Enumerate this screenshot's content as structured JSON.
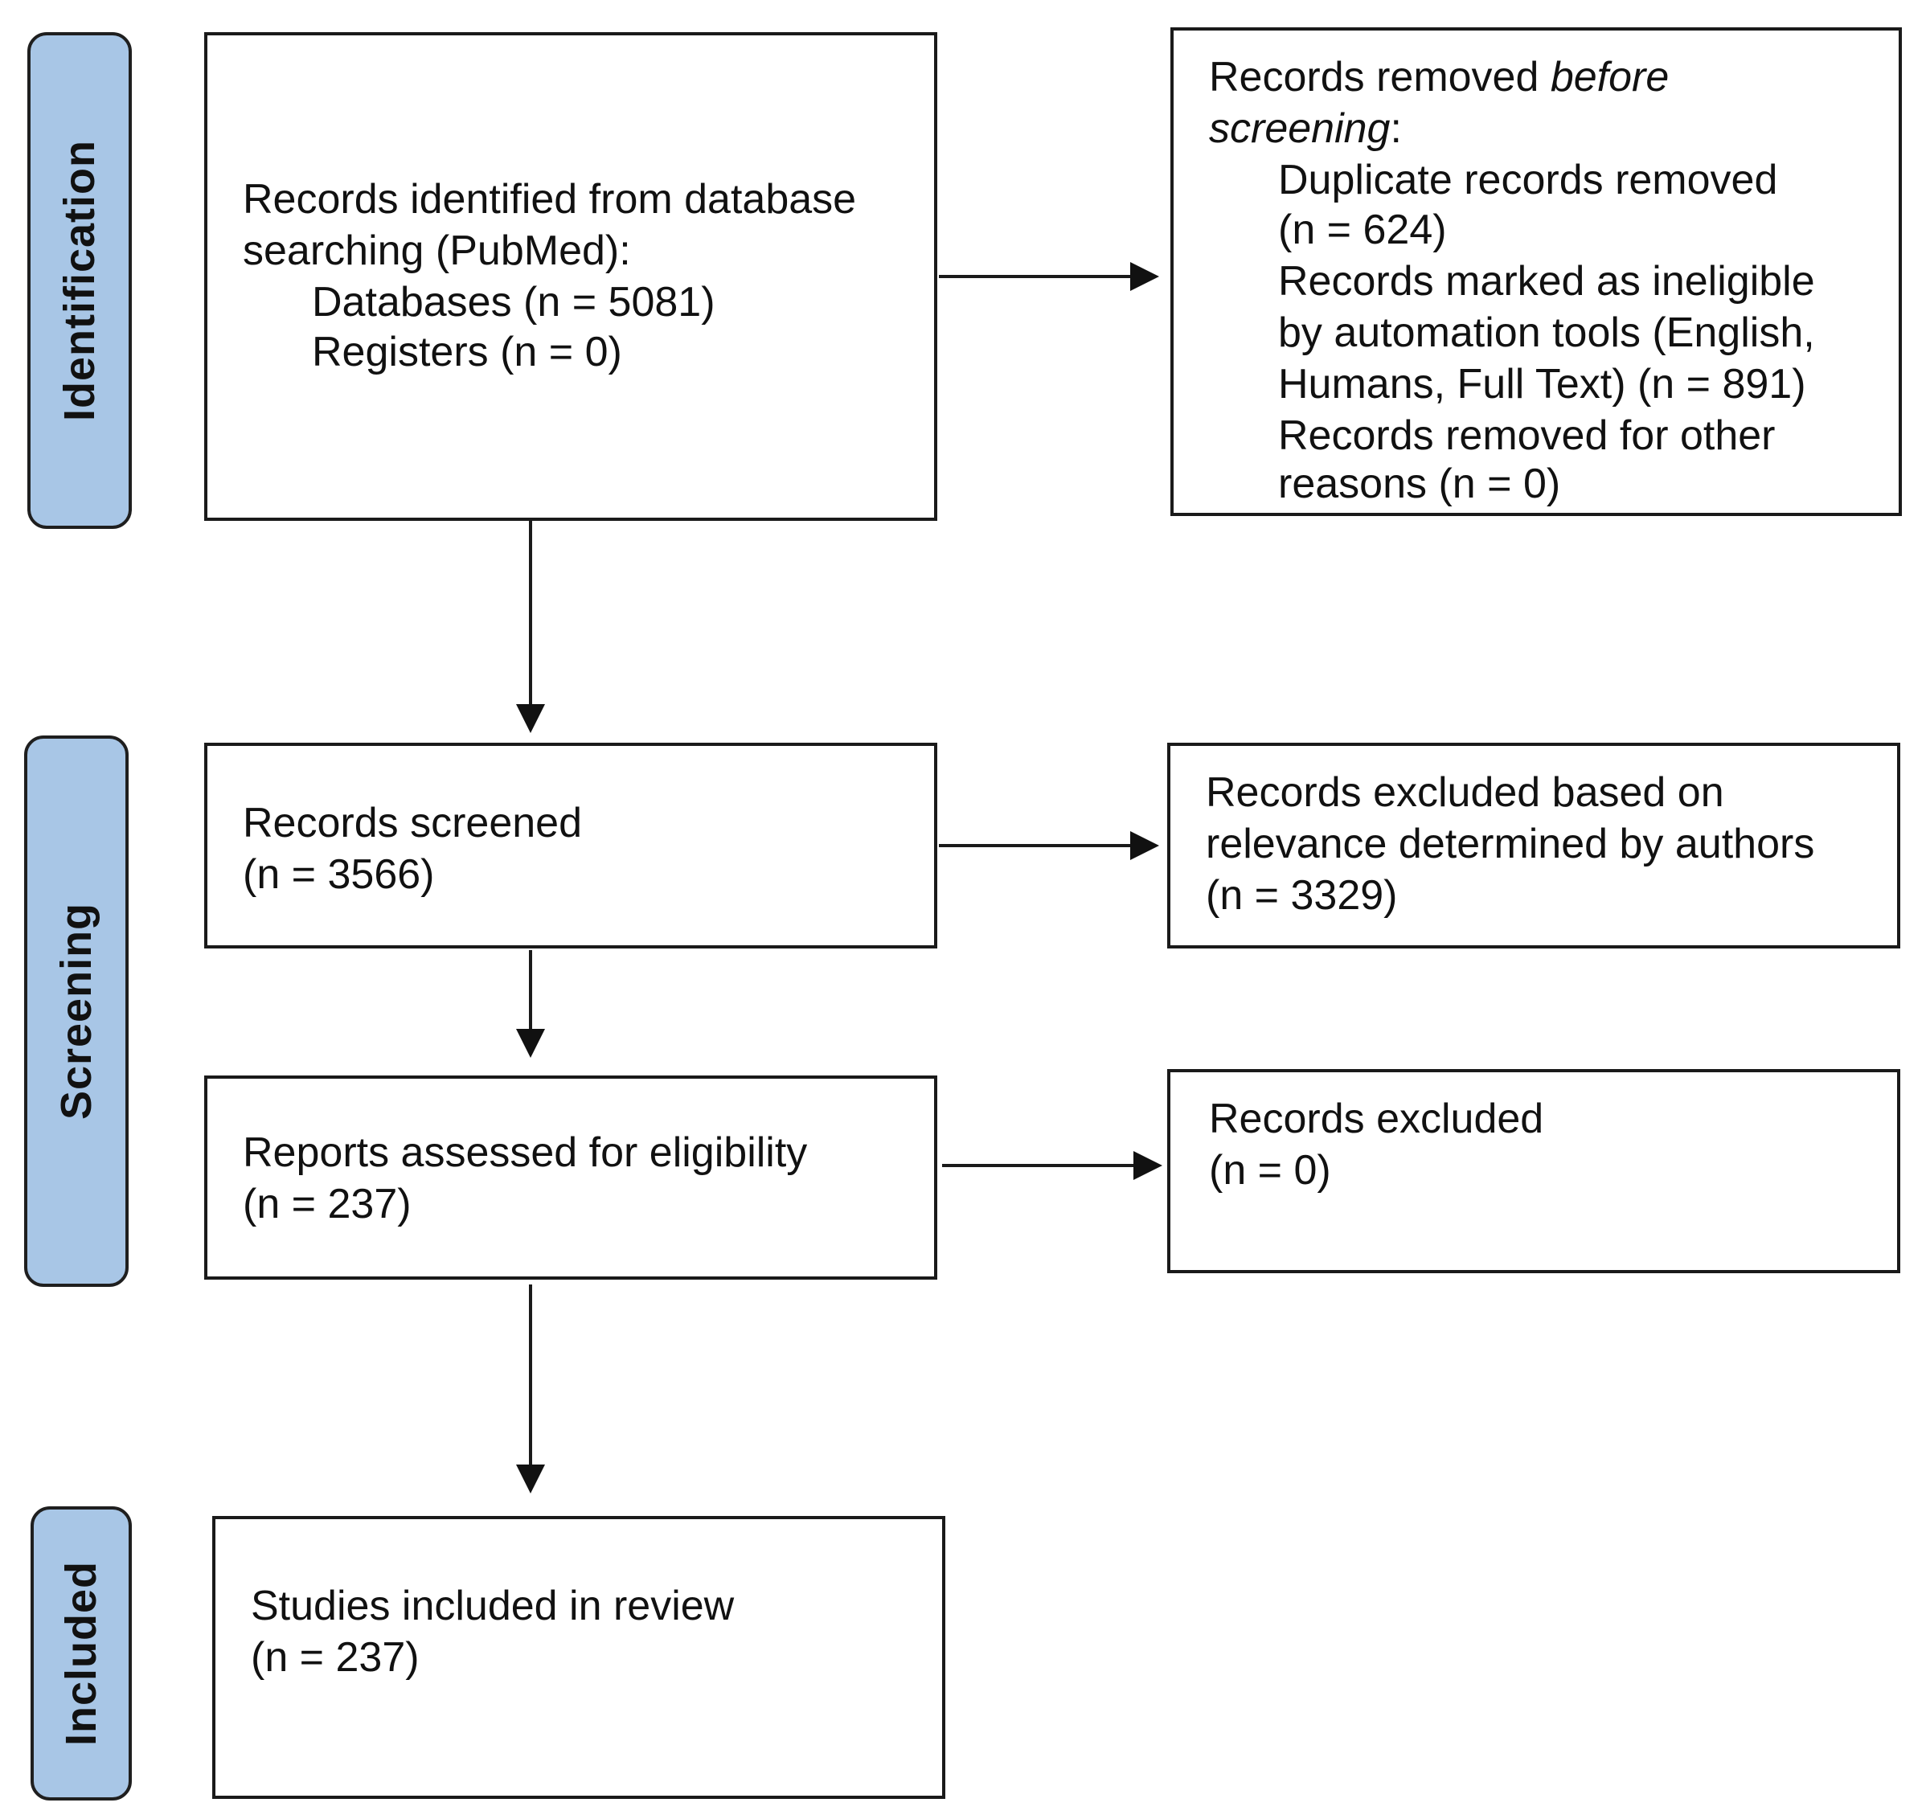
{
  "phases": {
    "identification": "Identification",
    "screening": "Screening",
    "included": "Included"
  },
  "boxes": {
    "identified": {
      "line1": "Records identified from database",
      "line2": "searching (PubMed):",
      "line3": "Databases (n = 5081)",
      "line4": "Registers (n = 0)"
    },
    "removed": {
      "line1_a": "Records removed ",
      "line1_b": "before",
      "line2_a": "screening",
      "line2_b": ":",
      "line3": "Duplicate records removed",
      "line4": "(n = 624)",
      "line5": "Records marked as ineligible",
      "line6": "by automation tools (English,",
      "line7": "Humans, Full Text) (n = 891)",
      "line8": "Records removed for other",
      "line9": "reasons (n = 0)"
    },
    "screened": {
      "line1": "Records screened",
      "line2": "(n = 3566)"
    },
    "excluded_relevance": {
      "line1": "Records excluded based on",
      "line2": "relevance determined by authors",
      "line3": "(n = 3329)"
    },
    "assessed": {
      "line1": "Reports assessed for eligibility",
      "line2": "(n = 237)"
    },
    "excluded": {
      "line1": "Records excluded",
      "line2": "(n = 0)"
    },
    "included": {
      "line1": "Studies included in review",
      "line2": "(n = 237)"
    }
  },
  "colors": {
    "phase_fill": "#a8c6e6",
    "stroke": "#1a1a1a"
  }
}
